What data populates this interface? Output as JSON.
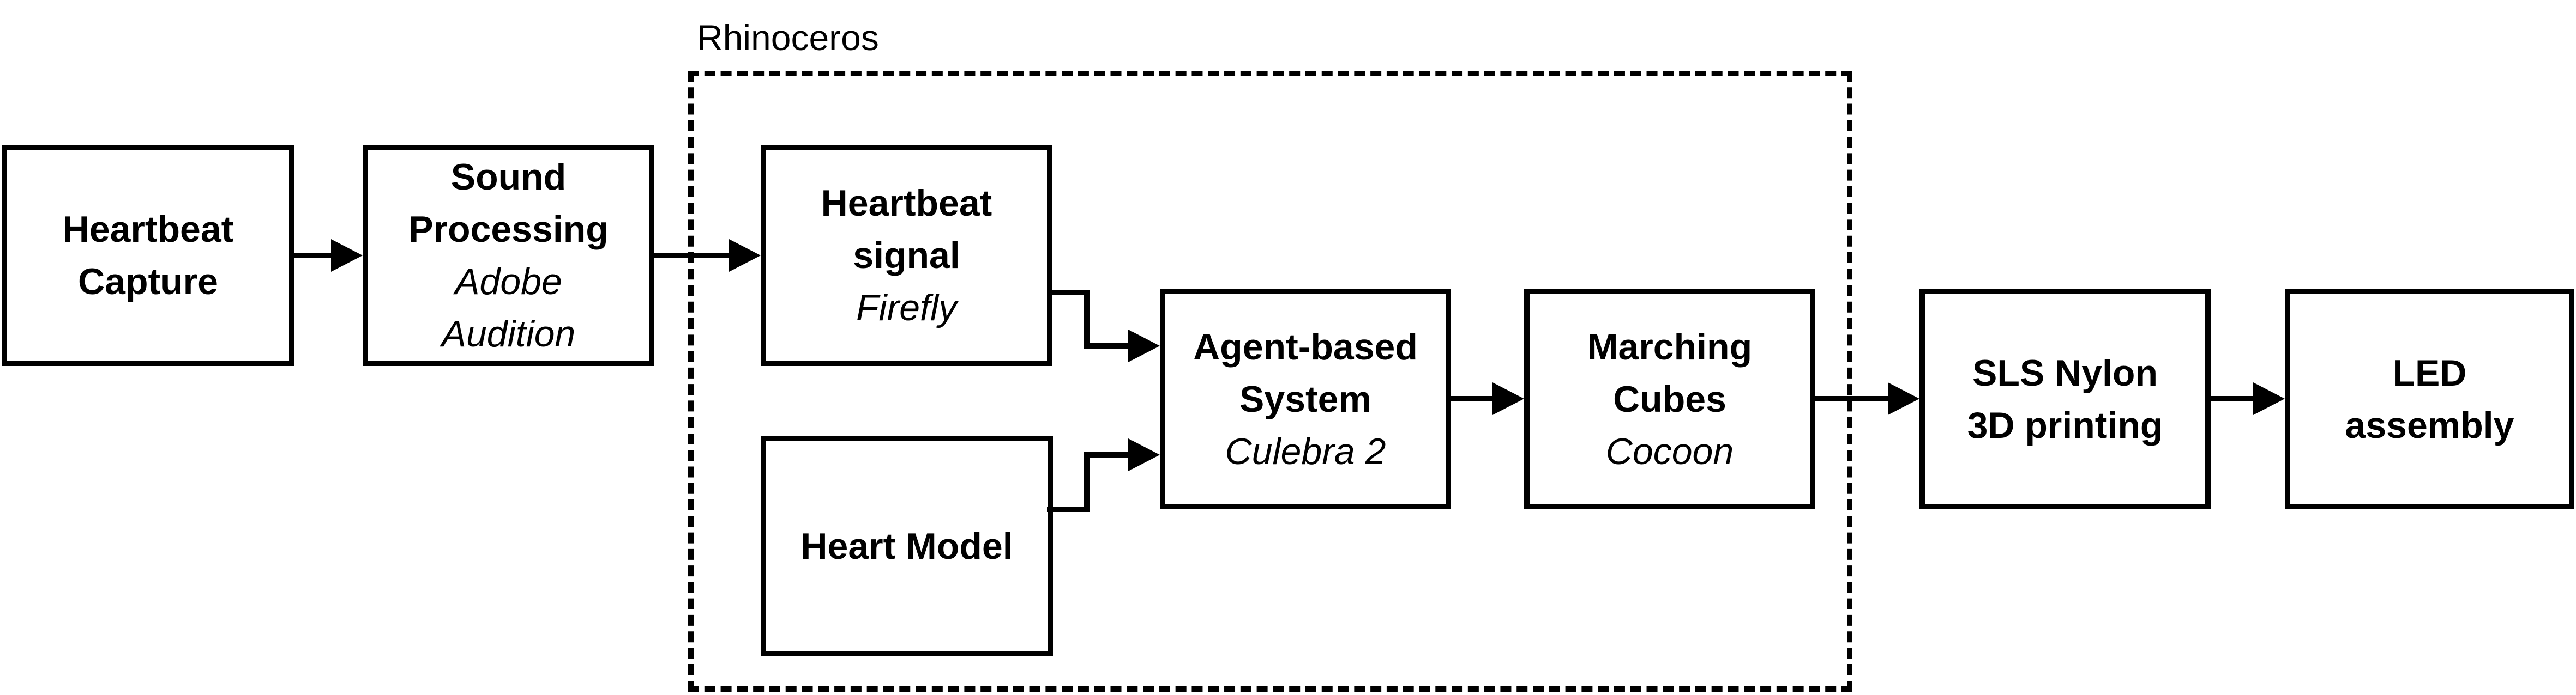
{
  "diagram_type": "flowchart",
  "colors": {
    "ink": "#000000",
    "paper": "#ffffff"
  },
  "group": {
    "label": "Rhinoceros"
  },
  "nodes": {
    "heartbeat_capture": {
      "title1": "Heartbeat",
      "title2": "Capture"
    },
    "sound_processing": {
      "title1": "Sound",
      "title2": "Processing",
      "tool1": "Adobe",
      "tool2": "Audition"
    },
    "heartbeat_signal": {
      "title1": "Heartbeat",
      "title2": "signal",
      "tool1": "Firefly"
    },
    "heart_model": {
      "title1": "Heart Model"
    },
    "agent_based_system": {
      "title1": "Agent-based",
      "title2": "System",
      "tool1": "Culebra 2"
    },
    "marching_cubes": {
      "title1": "Marching",
      "title2": "Cubes",
      "tool1": "Cocoon"
    },
    "sls_printing": {
      "title1": "SLS Nylon",
      "title2": "3D printing"
    },
    "led_assembly": {
      "title1": "LED",
      "title2": "assembly"
    }
  }
}
